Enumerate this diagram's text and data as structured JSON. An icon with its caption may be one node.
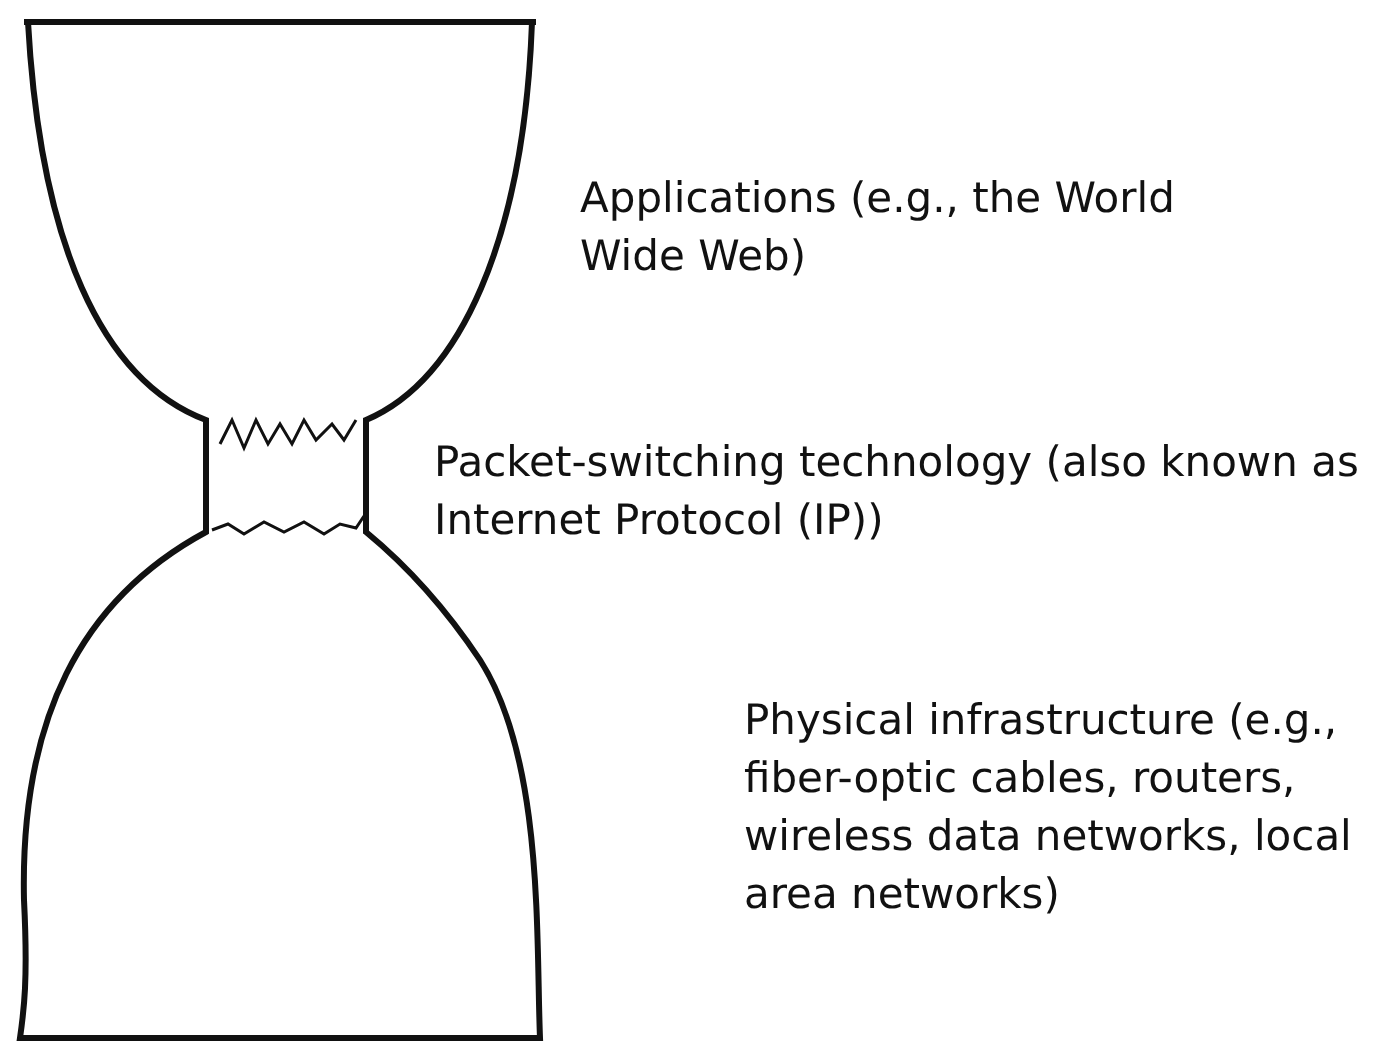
{
  "diagram": {
    "labels": [
      "Applications (e.g., the World Wide Web)",
      "Packet-switching technology (also known as Internet Protocol (IP))",
      "Physical infrastructure (e.g., fiber-optic cables, routers, wireless data networks, local area networks)"
    ]
  }
}
